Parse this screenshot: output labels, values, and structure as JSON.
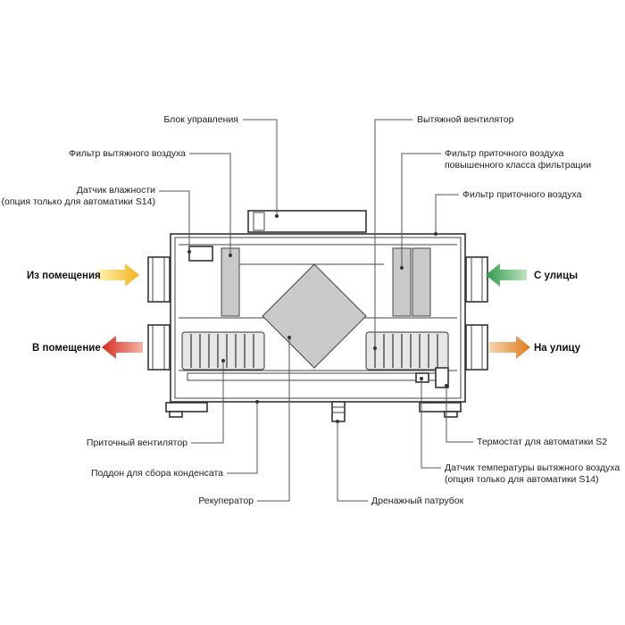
{
  "callouts": {
    "control_block": "Блок управления",
    "exhaust_air_filter": "Фильтр вытяжного воздуха",
    "humidity_sensor_line1": "Датчик влажности",
    "humidity_sensor_line2": "(опция только для автоматики S14)",
    "exhaust_fan": "Вытяжной вентилятор",
    "supply_filter_hi_line1": "Фильтр приточного воздуха",
    "supply_filter_hi_line2": "повышенного класса фильтрации",
    "supply_air_filter": "Фильтр приточного воздуха",
    "supply_fan": "Приточный вентилятор",
    "condensate_tray": "Поддон для сбора конденсата",
    "recuperator": "Рекуператор",
    "drain_pipe": "Дренажный патрубок",
    "thermostat_s2": "Термостат для автоматики S2",
    "exhaust_temp_sensor_line1": "Датчик температуры вытяжного воздуха",
    "exhaust_temp_sensor_line2": "(опция только для автоматики S14)"
  },
  "flows": {
    "from_room": "Из помещения",
    "to_room": "В помещение",
    "from_street": "С улицы",
    "to_street": "На улицу"
  },
  "colors": {
    "from_room_arrow": [
      "#fff3b0",
      "#f2b21a"
    ],
    "to_room_arrow": [
      "#f6b5a8",
      "#d62b1e"
    ],
    "from_street_arrow": [
      "#bfe3c2",
      "#2e9a48"
    ],
    "to_street_arrow": [
      "#f6d4b0",
      "#e07a1e"
    ],
    "filter_fill": "#c9c9c9",
    "line_color": "#555555"
  }
}
